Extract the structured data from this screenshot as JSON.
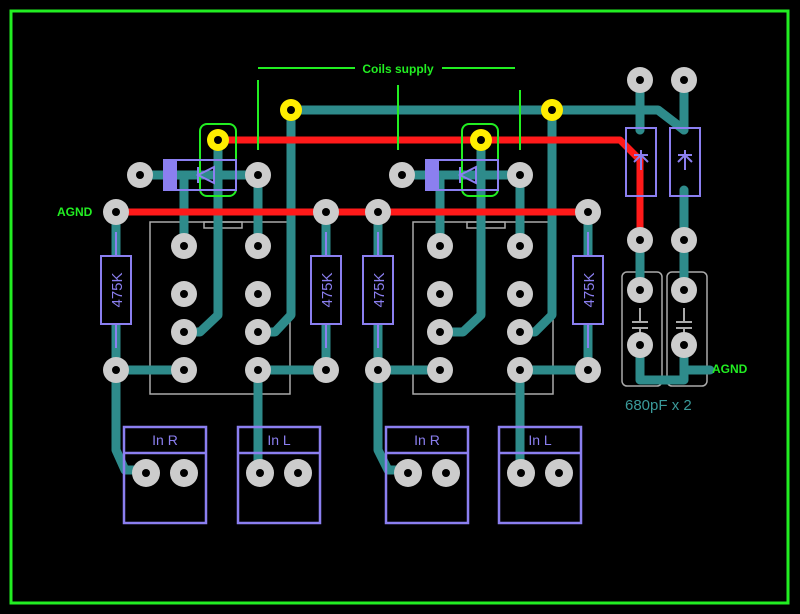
{
  "labels": {
    "coils_supply": "Coils supply",
    "agnd_left": "AGND",
    "agnd_right": "AGND",
    "cap_value": "680pF x 2"
  },
  "resistors": [
    "475K",
    "475K",
    "475K",
    "475K"
  ],
  "inputs": [
    "In R",
    "In L",
    "In R",
    "In L"
  ],
  "colors": {
    "board_outline": "#22ee22",
    "trace": "#2e8b8b",
    "power_trace": "#ff1a1a",
    "pad": "#cccccc",
    "supply_pad": "#ffee00",
    "silkscreen": "#8b7ff0",
    "outline_gray": "#aaaaaa"
  }
}
